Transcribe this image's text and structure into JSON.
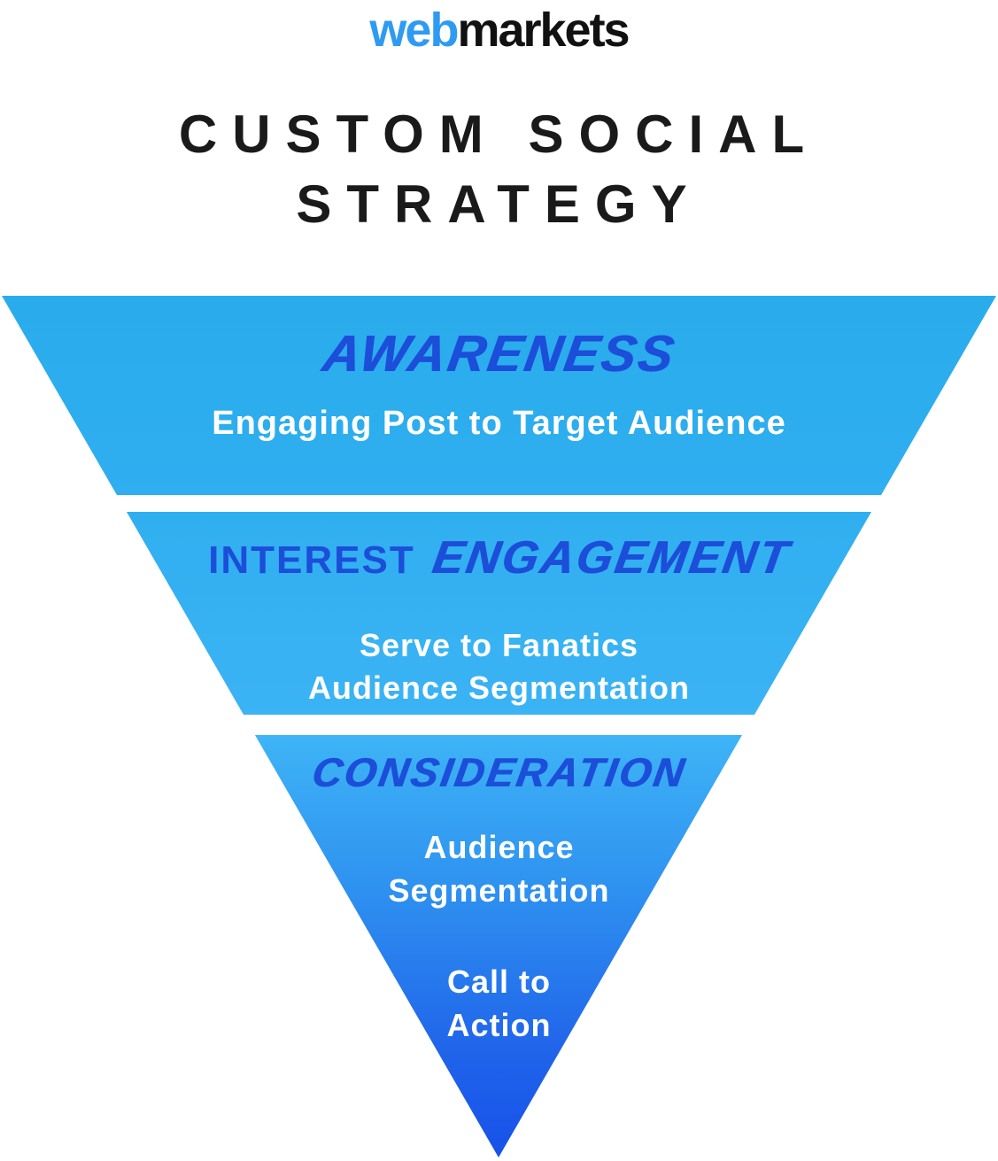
{
  "logo": {
    "web": "web",
    "markets": "markets"
  },
  "title": {
    "line1": "CUSTOM SOCIAL",
    "line2": "STRATEGY"
  },
  "funnel": {
    "tiers": [
      {
        "id": "awareness",
        "heading": "AWARENESS",
        "body": [
          "Engaging Post to Target Audience"
        ]
      },
      {
        "id": "interest-engagement",
        "heading_plain": "INTEREST",
        "heading_script": "ENGAGEMENT",
        "body": [
          "Serve to Fanatics",
          "Audience Segmentation"
        ]
      },
      {
        "id": "consideration",
        "heading": "CONSIDERATION",
        "body": [
          "Audience",
          "Segmentation"
        ],
        "cta": [
          "Call to",
          "Action"
        ]
      }
    ],
    "colors": {
      "tier_gradient_top": "#29ACEC",
      "tier_gradient_bottom": "#1751EA",
      "heading_blue": "#1C4ED9",
      "body_text": "#FFFFFF",
      "logo_blue": "#2E9BF3",
      "title_text": "#1A1A1A"
    }
  }
}
